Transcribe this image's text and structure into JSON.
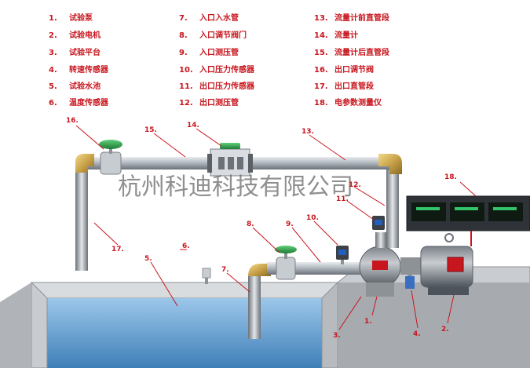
{
  "legend": [
    {
      "num": "1.",
      "text": "试验泵"
    },
    {
      "num": "2.",
      "text": "试验电机"
    },
    {
      "num": "3.",
      "text": "试验平台"
    },
    {
      "num": "4.",
      "text": "转速传感器"
    },
    {
      "num": "5.",
      "text": "试验水池"
    },
    {
      "num": "6.",
      "text": "温度传感器"
    },
    {
      "num": "7.",
      "text": "入口入水管"
    },
    {
      "num": "8.",
      "text": "入口调节阀门"
    },
    {
      "num": "9.",
      "text": "入口测压管"
    },
    {
      "num": "10.",
      "text": "入口压力传感器"
    },
    {
      "num": "11.",
      "text": "出口压力传感器"
    },
    {
      "num": "12.",
      "text": "出口测压管"
    },
    {
      "num": "13.",
      "text": "流量计前直管段"
    },
    {
      "num": "14.",
      "text": "流量计"
    },
    {
      "num": "15.",
      "text": "流量计后直管段"
    },
    {
      "num": "16.",
      "text": "出口调节阀"
    },
    {
      "num": "17.",
      "text": "出口直管段"
    },
    {
      "num": "18.",
      "text": "电参数测量仪"
    }
  ],
  "labels": {
    "l1": "1.",
    "l2": "2.",
    "l3": "3.",
    "l4": "4.",
    "l5": "5.",
    "l6": "6.",
    "l7": "7.",
    "l8": "8.",
    "l9": "9.",
    "l10": "10.",
    "l11": "11.",
    "l12": "12.",
    "l13": "13.",
    "l14": "14.",
    "l15": "15.",
    "l16": "16.",
    "l17": "17.",
    "l18": "18."
  },
  "watermark": "杭州科迪科技有限公司",
  "colors": {
    "label": "#c8161e",
    "pipe": "#9aa0a8",
    "brass": "#c9a24a",
    "water": "#6fa9d8",
    "valve": "#2fa84f"
  }
}
